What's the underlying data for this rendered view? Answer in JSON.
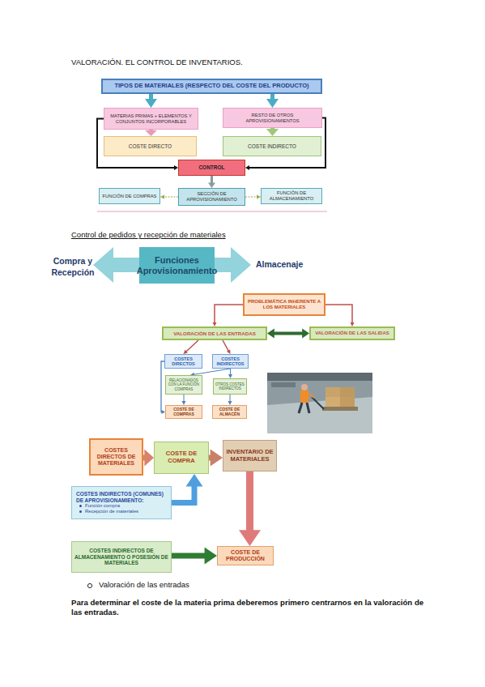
{
  "diagram": {
    "title": "VALORACIÓN. EL CONTROL DE INVENTARIOS.",
    "nodes": [
      {
        "text": [
          "TIPOS DE MATERIALES (RESPECTO DEL COSTE DEL PRODUCTO)"
        ]
      },
      {
        "text": [
          "MATERIAS PRIMAS + ELEMENTOS Y CONJUNTOS INCORPORABLES"
        ]
      },
      {
        "text": [
          "RESTO DE OTROS APROVISIONAMIENTOS"
        ]
      },
      {
        "text": [
          "COSTE DIRECTO"
        ]
      },
      {
        "text": [
          "COSTE INDIRECTO"
        ]
      },
      {
        "text": [
          "CONTROL"
        ]
      },
      {
        "text": [
          "FUNCIÓN DE COMPRAS"
        ]
      },
      {
        "text": [
          "SECCIÓN DE APROVISIONAMIENTO"
        ]
      },
      {
        "text": [
          "FUNCIÓN DE ALMACENAMIENTO"
        ]
      },
      {
        "text": [
          "Funciones Aprovisionamiento"
        ]
      },
      {
        "text": [
          "PROBLEMÁTICA INHERENTE A LOS MATERIALES"
        ]
      },
      {
        "text": [
          "VALORACIÓN DE LAS ENTRADAS"
        ]
      },
      {
        "text": [
          "VALORACIÓN DE LAS SALIDAS"
        ]
      },
      {
        "text": [
          "COSTES DIRECTOS"
        ]
      },
      {
        "text": [
          "COSTES INDIRECTOS"
        ]
      },
      {
        "text": [
          "RELACIONADOS CON LA FUNCIÓN COMPRAS"
        ]
      },
      {
        "text": [
          "OTROS COSTES INDIRECTOS"
        ]
      },
      {
        "text": [
          "COSTE DE COMPRAS"
        ]
      },
      {
        "text": [
          "COSTE DE ALMACÉN"
        ]
      },
      {
        "text": [
          "COSTES DIRECTOS DE MATERIALES"
        ]
      },
      {
        "text": [
          "COSTE DE COMPRA"
        ]
      },
      {
        "text": [
          "INVENTARIO DE MATERIALES"
        ]
      },
      {
        "text": [
          "COSTES INDIRECTOS (COMUNES) DE APROVISIONAMIENTO:",
          "Función compra",
          "Recepción de materiales"
        ]
      },
      {
        "text": [
          "COSTES INDIRECTOS DE ALMACENAMIENTO O POSESIÓN DE MATERIALES"
        ]
      },
      {
        "text": [
          "COSTE DE PRODUCCIÓN"
        ]
      }
    ],
    "edges": [
      {
        "from": 0,
        "to": 1,
        "arrow": "to"
      },
      {
        "from": 0,
        "to": 2,
        "arrow": "to"
      },
      {
        "from": 1,
        "to": 3,
        "arrow": "to"
      },
      {
        "from": 2,
        "to": 4,
        "arrow": "to"
      },
      {
        "from": 1,
        "to": 5,
        "arrow": "to"
      },
      {
        "from": 2,
        "to": 5,
        "arrow": "to"
      },
      {
        "from": 5,
        "to": 7,
        "arrow": "to"
      },
      {
        "from": 7,
        "to": 6,
        "arrow": "to"
      },
      {
        "from": 7,
        "to": 8,
        "arrow": "to"
      },
      {
        "from": 10,
        "to": 11,
        "arrow": "to"
      },
      {
        "from": 10,
        "to": 12,
        "arrow": "to"
      },
      {
        "from": 11,
        "to": 12,
        "arrow": "both"
      },
      {
        "from": 11,
        "to": 13,
        "arrow": "to"
      },
      {
        "from": 11,
        "to": 14,
        "arrow": "to"
      },
      {
        "from": 14,
        "to": 15,
        "arrow": "to"
      },
      {
        "from": 14,
        "to": 16,
        "arrow": "to"
      },
      {
        "from": 13,
        "to": 17,
        "arrow": "to"
      },
      {
        "from": 15,
        "to": 17,
        "arrow": "to"
      },
      {
        "from": 16,
        "to": 18,
        "arrow": "to"
      },
      {
        "from": 19,
        "to": 20,
        "arrow": "to"
      },
      {
        "from": 20,
        "to": 21,
        "arrow": "to"
      },
      {
        "from": 22,
        "to": 20,
        "arrow": "to"
      },
      {
        "from": 21,
        "to": 24,
        "arrow": "to"
      },
      {
        "from": 23,
        "to": 24,
        "arrow": "to"
      }
    ],
    "labels": [
      "Control de pedidos y recepción de materiales",
      "Compra y Recepción",
      "Almacenaje",
      "Valoración de las entradas",
      "Para determinar el coste de la materia prima deberemos primero centrarnos en la valoración de las entradas."
    ]
  }
}
